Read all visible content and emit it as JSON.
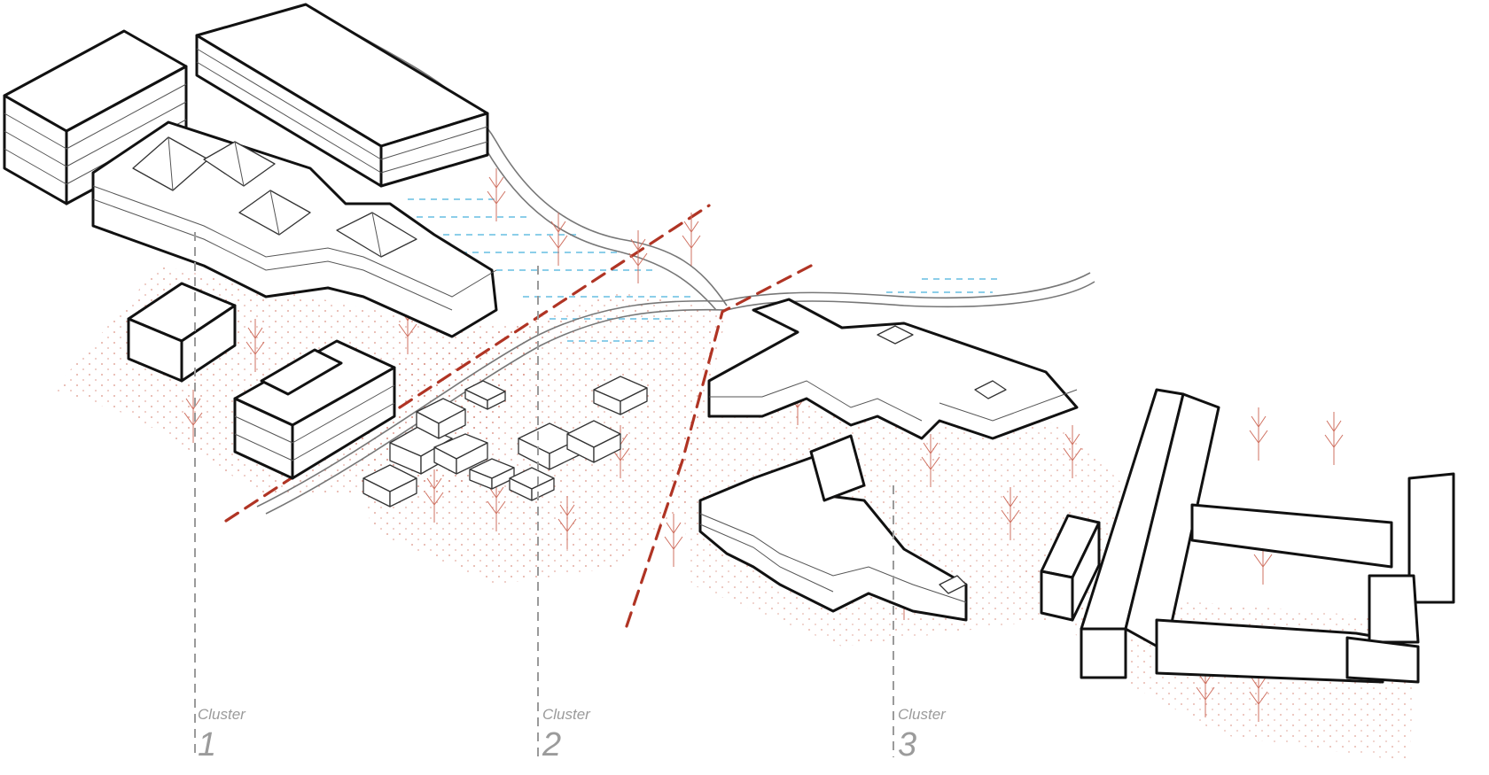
{
  "clusters": [
    {
      "word": "Cluster",
      "number": "1"
    },
    {
      "word": "Cluster",
      "number": "2"
    },
    {
      "word": "Cluster",
      "number": "3"
    }
  ],
  "colors": {
    "building_outline": "#111111",
    "cluster_divider": "#b03424",
    "vegetation": "#cf7060",
    "water": "#7cc8e6",
    "road": "#777777",
    "cluster_axis": "#9a9a9a",
    "label_text": "#9b9b9b"
  }
}
